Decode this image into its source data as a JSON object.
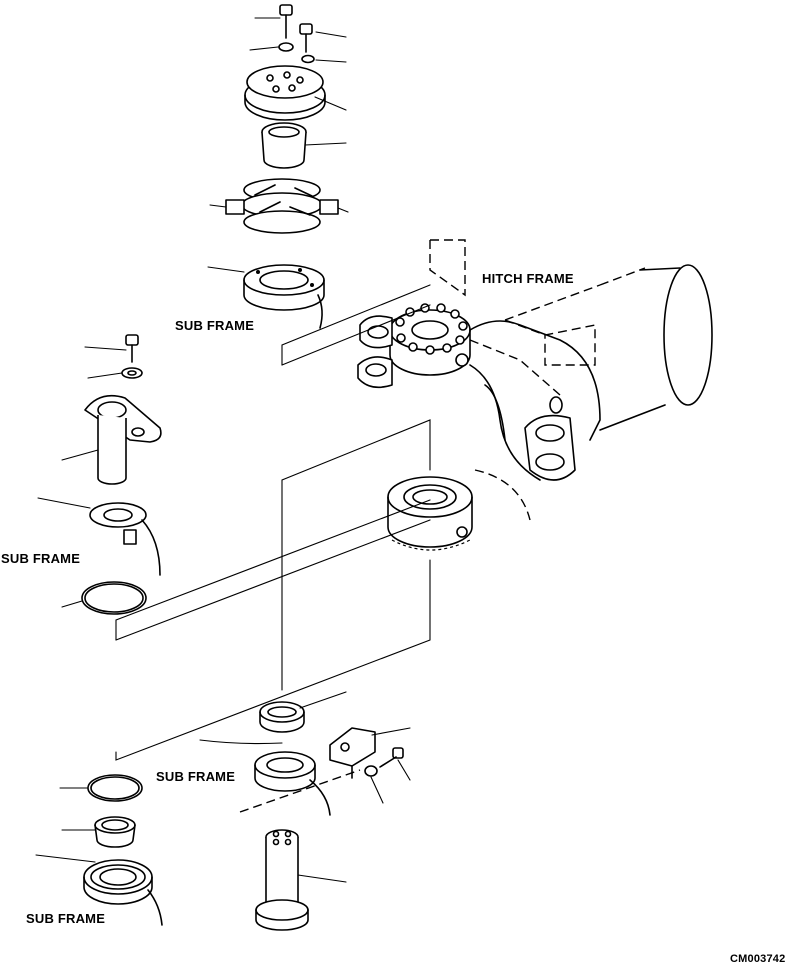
{
  "labels": {
    "hitch_frame": "HITCH FRAME",
    "sub_frame_top": "SUB FRAME",
    "sub_frame_left": "SUB FRAME",
    "sub_frame_bottom_mid": "SUB FRAME",
    "sub_frame_bottom_left": "SUB FRAME",
    "drawing_code": "CM003742"
  },
  "colors": {
    "ink": "#000000",
    "paper": "#ffffff"
  }
}
